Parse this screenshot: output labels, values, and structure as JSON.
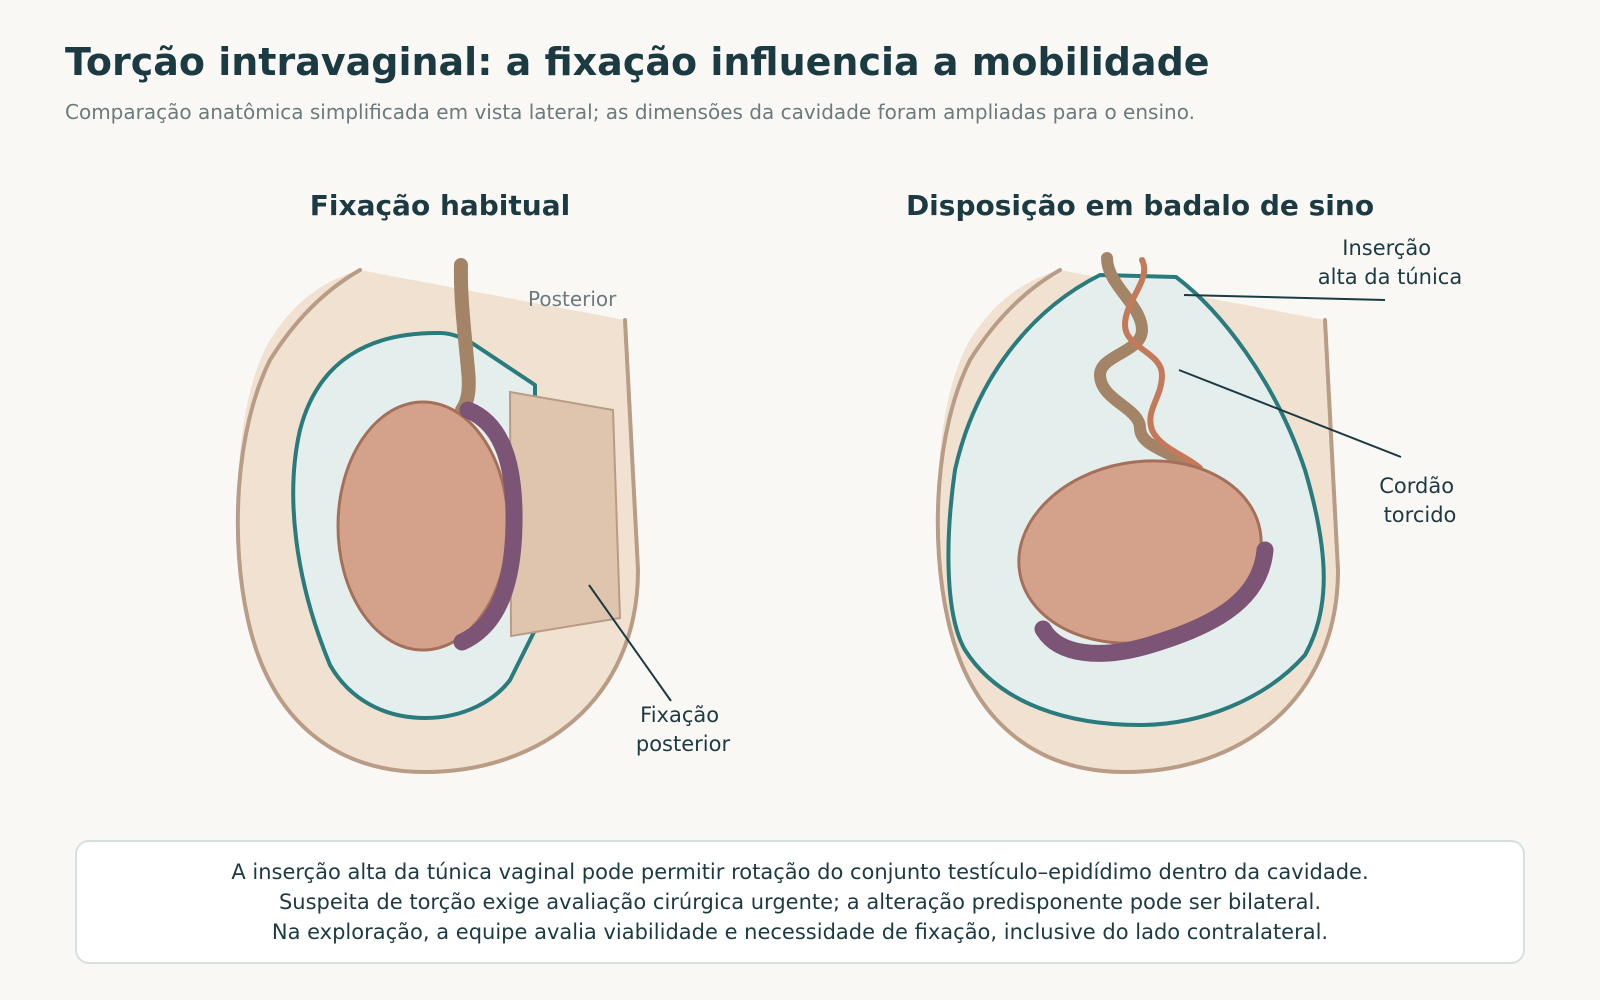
{
  "header": {
    "title": "Torção intravaginal: a fixação influencia a mobilidade",
    "subtitle": "Comparação anatômica simplificada em vista lateral; as dimensões da cavidade foram ampliadas para o ensino."
  },
  "panels": {
    "normal": {
      "title": "Fixação habitual",
      "label_posterior": "Posterior",
      "label_fixation": [
        "Fixação",
        "posterior"
      ]
    },
    "bellclapper": {
      "title": "Disposição em badalo de sino",
      "label_insertion": [
        "Inserção",
        "alta da túnica"
      ],
      "label_cord": [
        "Cordão",
        "torcido"
      ]
    }
  },
  "note": {
    "lines": [
      "A inserção alta da túnica vaginal pode permitir rotação do conjunto testículo–epidídimo dentro da cavidade.",
      "Suspeita de torção exige avaliação cirúrgica urgente; a alteração predisponente pode ser bilateral.",
      "Na exploração, a equipe avalia viabilidade e necessidade de fixação, inclusive do lado contralateral."
    ]
  },
  "colors": {
    "scrotum_fill": "#f1e1d0",
    "scrotum_stroke": "#b89c86",
    "tunica_stroke": "#2a7b7d",
    "cavity_fill": "#e4eeec",
    "testis_fill": "#d4a28a",
    "testis_stroke": "#a5705a",
    "epididymis": "#7b5476",
    "cord": "#a48466",
    "vessel": "#c47a5a",
    "fixation_fill": "#dfc5ad"
  }
}
